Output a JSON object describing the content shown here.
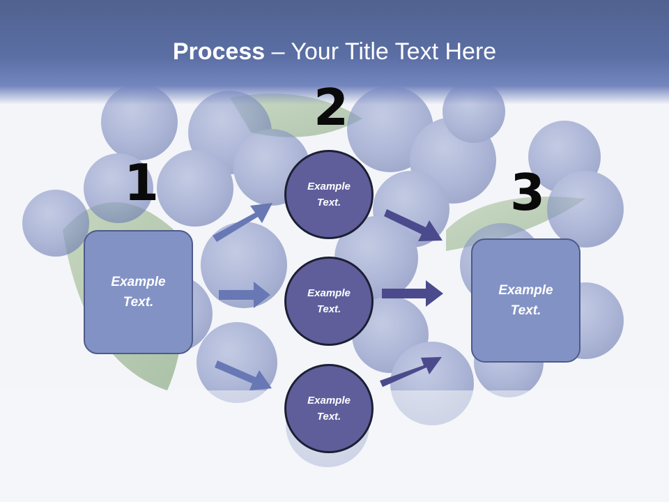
{
  "title": {
    "bold": "Process",
    "rest": " – Your Title Text Here"
  },
  "steps": [
    {
      "number": "1",
      "text": "Example Text."
    },
    {
      "number": "2",
      "text": "Example Text."
    },
    {
      "number": "3",
      "text": "Example Text."
    }
  ],
  "circles": [
    {
      "text": "Example Text."
    },
    {
      "text": "Example Text."
    },
    {
      "text": "Example Text."
    }
  ],
  "colors": {
    "header": "#5b6fa5",
    "box_fill": "#8292c4",
    "circle_fill": "#5f5e9b",
    "arrow_light": "#6878b4",
    "arrow_dark": "#4b4a8c",
    "number": "#0a0a0a"
  }
}
